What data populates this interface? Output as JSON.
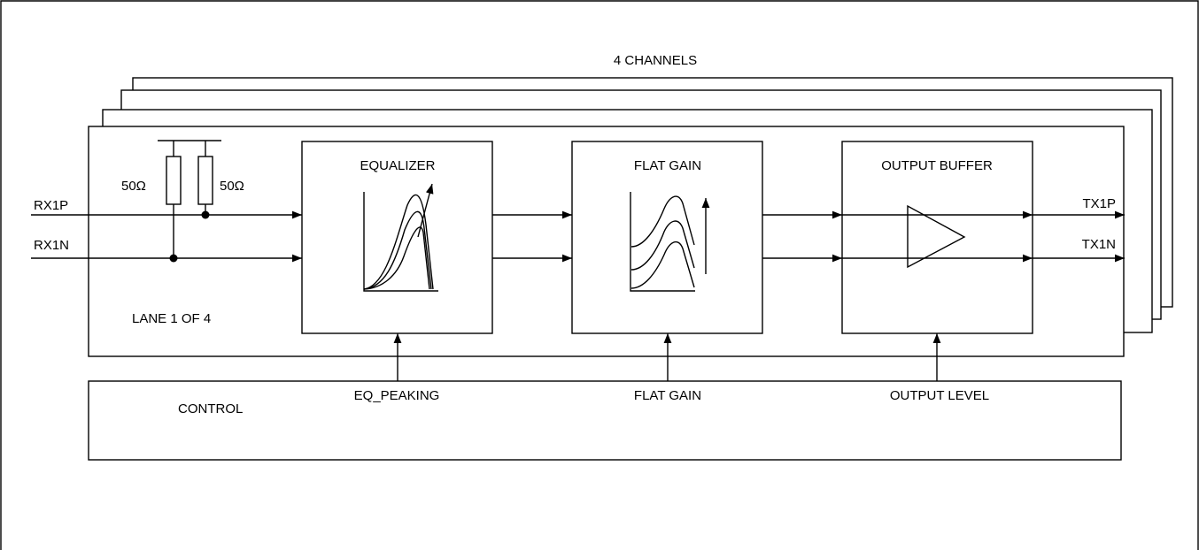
{
  "diagram": {
    "channels_label": "4 CHANNELS",
    "lane_label": "LANE 1 OF 4",
    "resistor_left": "50Ω",
    "resistor_right": "50Ω",
    "inputs": {
      "p": "RX1P",
      "n": "RX1N"
    },
    "outputs": {
      "p": "TX1P",
      "n": "TX1N"
    },
    "blocks": {
      "equalizer": "EQUALIZER",
      "flat_gain": "FLAT GAIN",
      "output_buffer": "OUTPUT BUFFER"
    },
    "control": {
      "title": "CONTROL",
      "eq_peaking": "EQ_PEAKING",
      "flat_gain": "FLAT GAIN",
      "output_level": "OUTPUT LEVEL"
    },
    "colors": {
      "line": "#000000",
      "background": "#ffffff"
    }
  }
}
